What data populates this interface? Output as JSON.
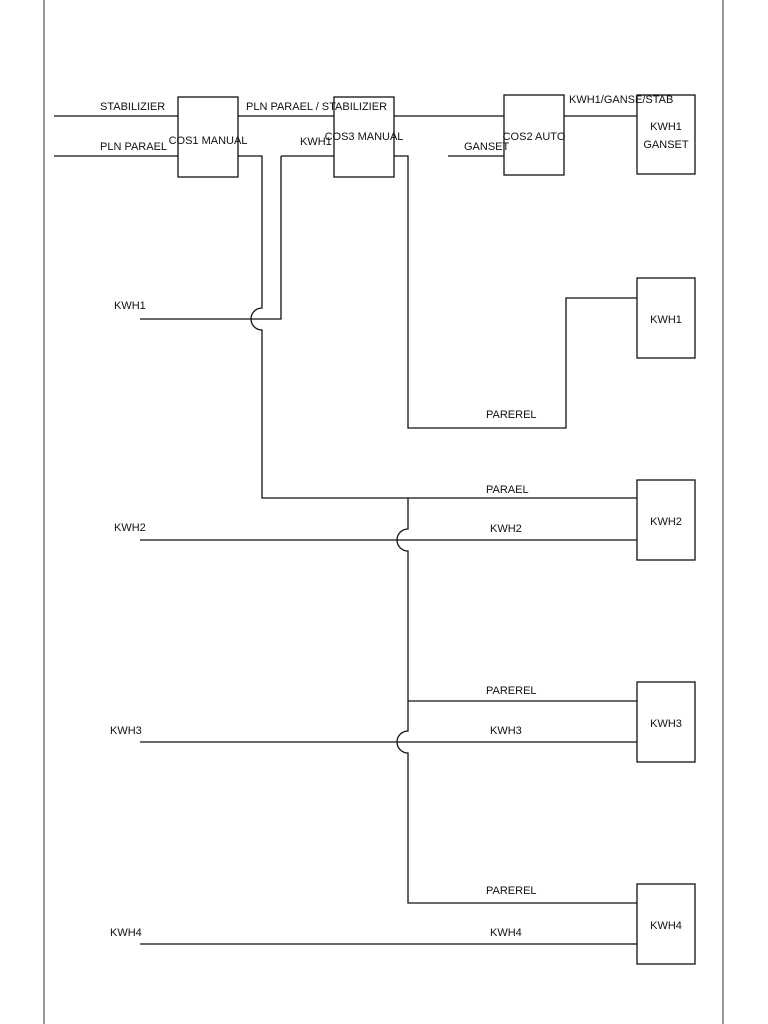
{
  "inputs": {
    "stabilizier": "STABILIZIER",
    "pln_parael": "PLN PARAEL",
    "kwh1": "KWH1",
    "kwh2": "KWH2",
    "kwh3": "KWH3",
    "kwh4": "KWH4",
    "ganset": "GANSET"
  },
  "switches": {
    "cos1": "COS1 MANUAL",
    "cos3": "COS3 MANUAL",
    "cos2": "COS2 AUTO"
  },
  "wire_labels": {
    "pln_stab": "PLN PARAEL / STABILIZIER",
    "kwh1_top": "KWH1",
    "kwh1_ganse_stab": "KWH1/GANSE/STAB",
    "parerel_1": "PAREREL",
    "parael_2": "PARAEL",
    "kwh2_line": "KWH2",
    "parerel_3": "PAREREL",
    "kwh3_line": "KWH3",
    "parerel_4": "PAREREL",
    "kwh4_line": "KWH4"
  },
  "outputs": {
    "kwh1_ganset_line1": "KWH1",
    "kwh1_ganset_line2": "GANSET",
    "kwh1": "KWH1",
    "kwh2": "KWH2",
    "kwh3": "KWH3",
    "kwh4": "KWH4"
  }
}
